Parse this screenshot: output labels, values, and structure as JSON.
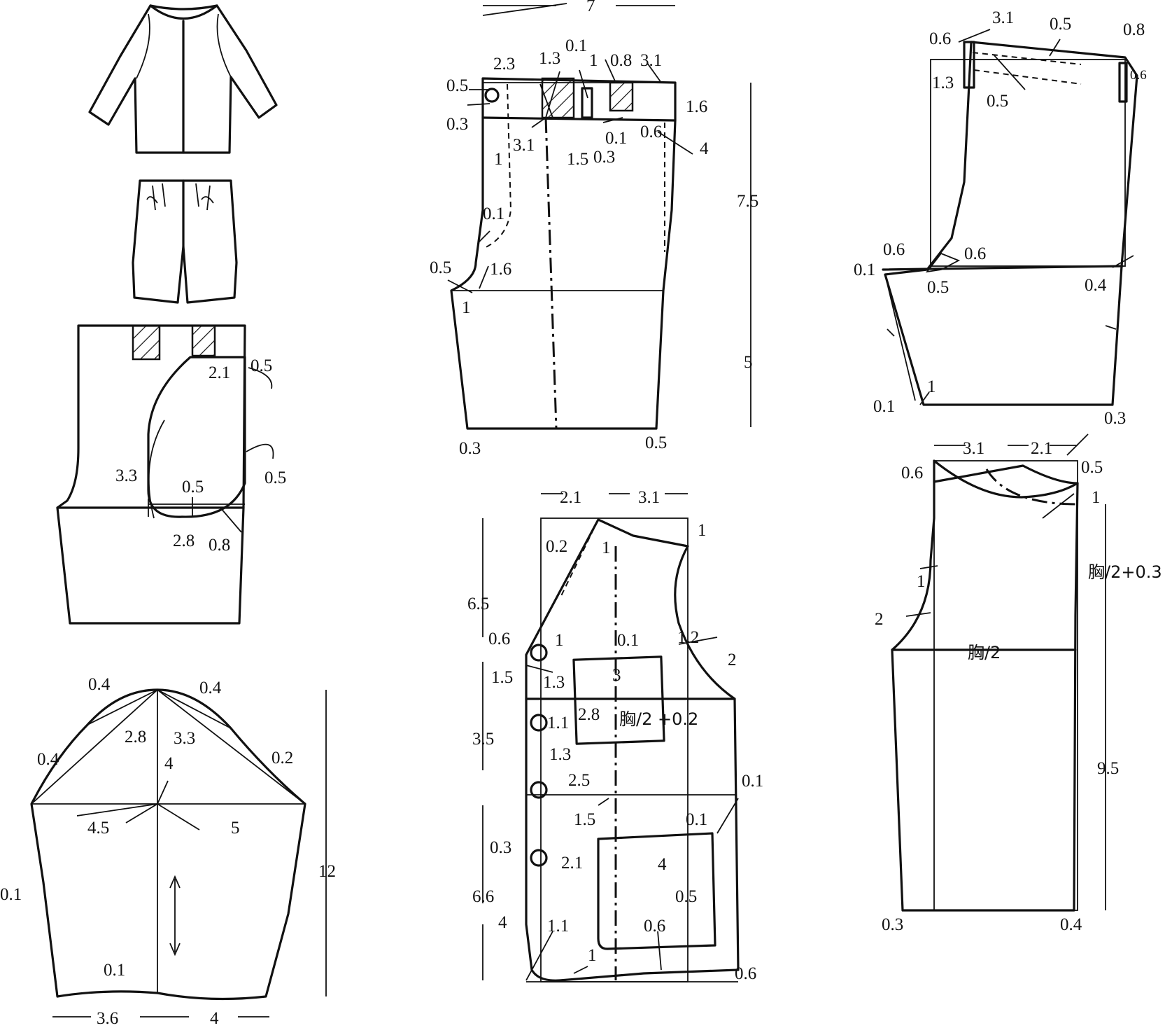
{
  "colors": {
    "line": "#111111",
    "background": "#ffffff"
  },
  "sketch": {
    "name_icon": "jacket-and-shorts-sketch-icon"
  },
  "shorts_front": {
    "top": "7",
    "height_upper": "7.5",
    "height_lower": "5",
    "labels": [
      "2.3",
      "1.3",
      "0.1",
      "1",
      "0.8",
      "3.1",
      "0.5",
      "1.6",
      "0.3",
      "4",
      "3.1",
      "1",
      "1.5",
      "0.3",
      "0.1",
      "0.6",
      "0.1",
      "0.5",
      "1.6",
      "1",
      "0.3",
      "0.5"
    ]
  },
  "shorts_back": {
    "labels": [
      "3.1",
      "0.5",
      "0.6",
      "0.8",
      "1.3",
      "0.6",
      "0.5",
      "0.6",
      "0.6",
      "0.1",
      "0.5",
      "0.4",
      "0.1",
      "1",
      "0.3"
    ]
  },
  "pocket_detail": {
    "labels": [
      "2.1",
      "0.5",
      "3.3",
      "0.5",
      "0.5",
      "2.8",
      "0.8"
    ]
  },
  "front_bodice": {
    "top_left": "2.1",
    "top_right": "3.1",
    "chest": "胸/2 +0.2",
    "left_measures": [
      "6.5",
      "3.5",
      "6.6",
      "4"
    ],
    "labels": [
      "1",
      "0.2",
      "1",
      "0.6",
      "1",
      "0.1",
      "1.2",
      "2",
      "1.5",
      "1.3",
      "3",
      "1.1",
      "2.8",
      "1.3",
      "2.5",
      "0.1",
      "1.5",
      "0.1",
      "0.3",
      "2.1",
      "4",
      "0.5",
      "1.1",
      "0.6",
      "1",
      "0.6"
    ]
  },
  "back_bodice": {
    "top_left": "3.1",
    "top_right": "2.1",
    "chest": "胸/2",
    "right_upper": "胸/2+0.3",
    "right_lower": "9.5",
    "labels": [
      "0.6",
      "0.5",
      "1",
      "1",
      "2",
      "0.3",
      "0.4"
    ]
  },
  "sleeve": {
    "height": "12",
    "bottom_left": "3.6",
    "bottom_right": "4",
    "labels": [
      "0.4",
      "0.4",
      "2.8",
      "3.3",
      "0.4",
      "0.2",
      "4",
      "4.5",
      "5",
      "0.1",
      "0.1"
    ]
  }
}
